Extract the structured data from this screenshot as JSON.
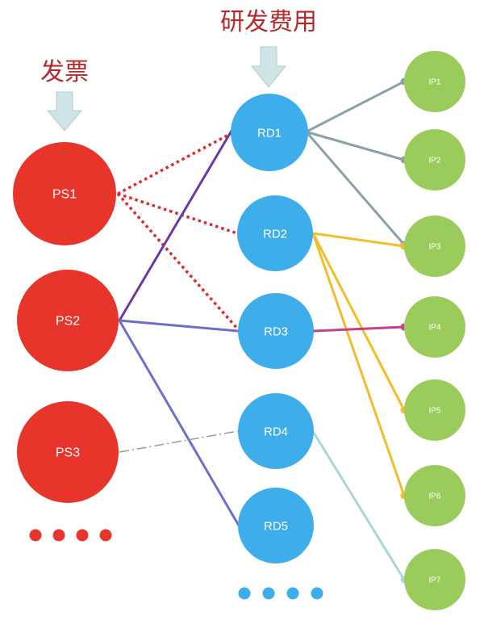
{
  "headers": {
    "invoices": "发票",
    "rd_expense": "研发费用"
  },
  "colors": {
    "invoice_node": "#e8352b",
    "rd_node": "#3daeea",
    "ip_node": "#9bcc5b",
    "arrow": "#cfe5e5",
    "header_text": "#b8282b",
    "link_dotted_red": "#e02a2a",
    "link_purple": "#6a3aa0",
    "link_violet": "#6e6fc8",
    "link_gray_dashdot": "#9a9a9a",
    "link_slate": "#8aa1a8",
    "link_yellow": "#f2bd2a",
    "link_magenta": "#c83e8e",
    "link_light_teal": "#a9d6d8"
  },
  "invoices": [
    {
      "id": "ps1",
      "label": "PS1"
    },
    {
      "id": "ps2",
      "label": "PS2"
    },
    {
      "id": "ps3",
      "label": "PS3"
    }
  ],
  "rd_expenses": [
    {
      "id": "rd1",
      "label": "RD1"
    },
    {
      "id": "rd2",
      "label": "RD2"
    },
    {
      "id": "rd3",
      "label": "RD3"
    },
    {
      "id": "rd4",
      "label": "RD4"
    },
    {
      "id": "rd5",
      "label": "RD5"
    }
  ],
  "ips": [
    {
      "id": "ip1",
      "label": "IP1"
    },
    {
      "id": "ip2",
      "label": "IP2"
    },
    {
      "id": "ip3",
      "label": "IP3"
    },
    {
      "id": "ip4",
      "label": "IP4"
    },
    {
      "id": "ip5",
      "label": "IP5"
    },
    {
      "id": "ip6",
      "label": "IP6"
    },
    {
      "id": "ip7",
      "label": "IP7"
    }
  ],
  "links": [
    {
      "from": "ps1",
      "to": "rd1",
      "style": "dotted_red"
    },
    {
      "from": "ps1",
      "to": "rd2",
      "style": "dotted_red"
    },
    {
      "from": "ps1",
      "to": "rd3",
      "style": "dotted_red"
    },
    {
      "from": "ps2",
      "to": "rd1",
      "style": "purple"
    },
    {
      "from": "ps2",
      "to": "rd3",
      "style": "violet"
    },
    {
      "from": "ps2",
      "to": "rd5",
      "style": "violet"
    },
    {
      "from": "ps3",
      "to": "rd4",
      "style": "gray_dashdot"
    },
    {
      "from": "rd1",
      "to": "ip1",
      "style": "slate"
    },
    {
      "from": "rd1",
      "to": "ip2",
      "style": "slate"
    },
    {
      "from": "rd1",
      "to": "ip3",
      "style": "slate"
    },
    {
      "from": "rd2",
      "to": "ip3",
      "style": "yellow"
    },
    {
      "from": "rd2",
      "to": "ip5",
      "style": "yellow"
    },
    {
      "from": "rd2",
      "to": "ip6",
      "style": "yellow"
    },
    {
      "from": "rd3",
      "to": "ip4",
      "style": "magenta"
    },
    {
      "from": "rd4",
      "to": "ip7",
      "style": "light_teal"
    }
  ],
  "continuation": {
    "invoice_dots": 4,
    "rd_dots": 4
  }
}
